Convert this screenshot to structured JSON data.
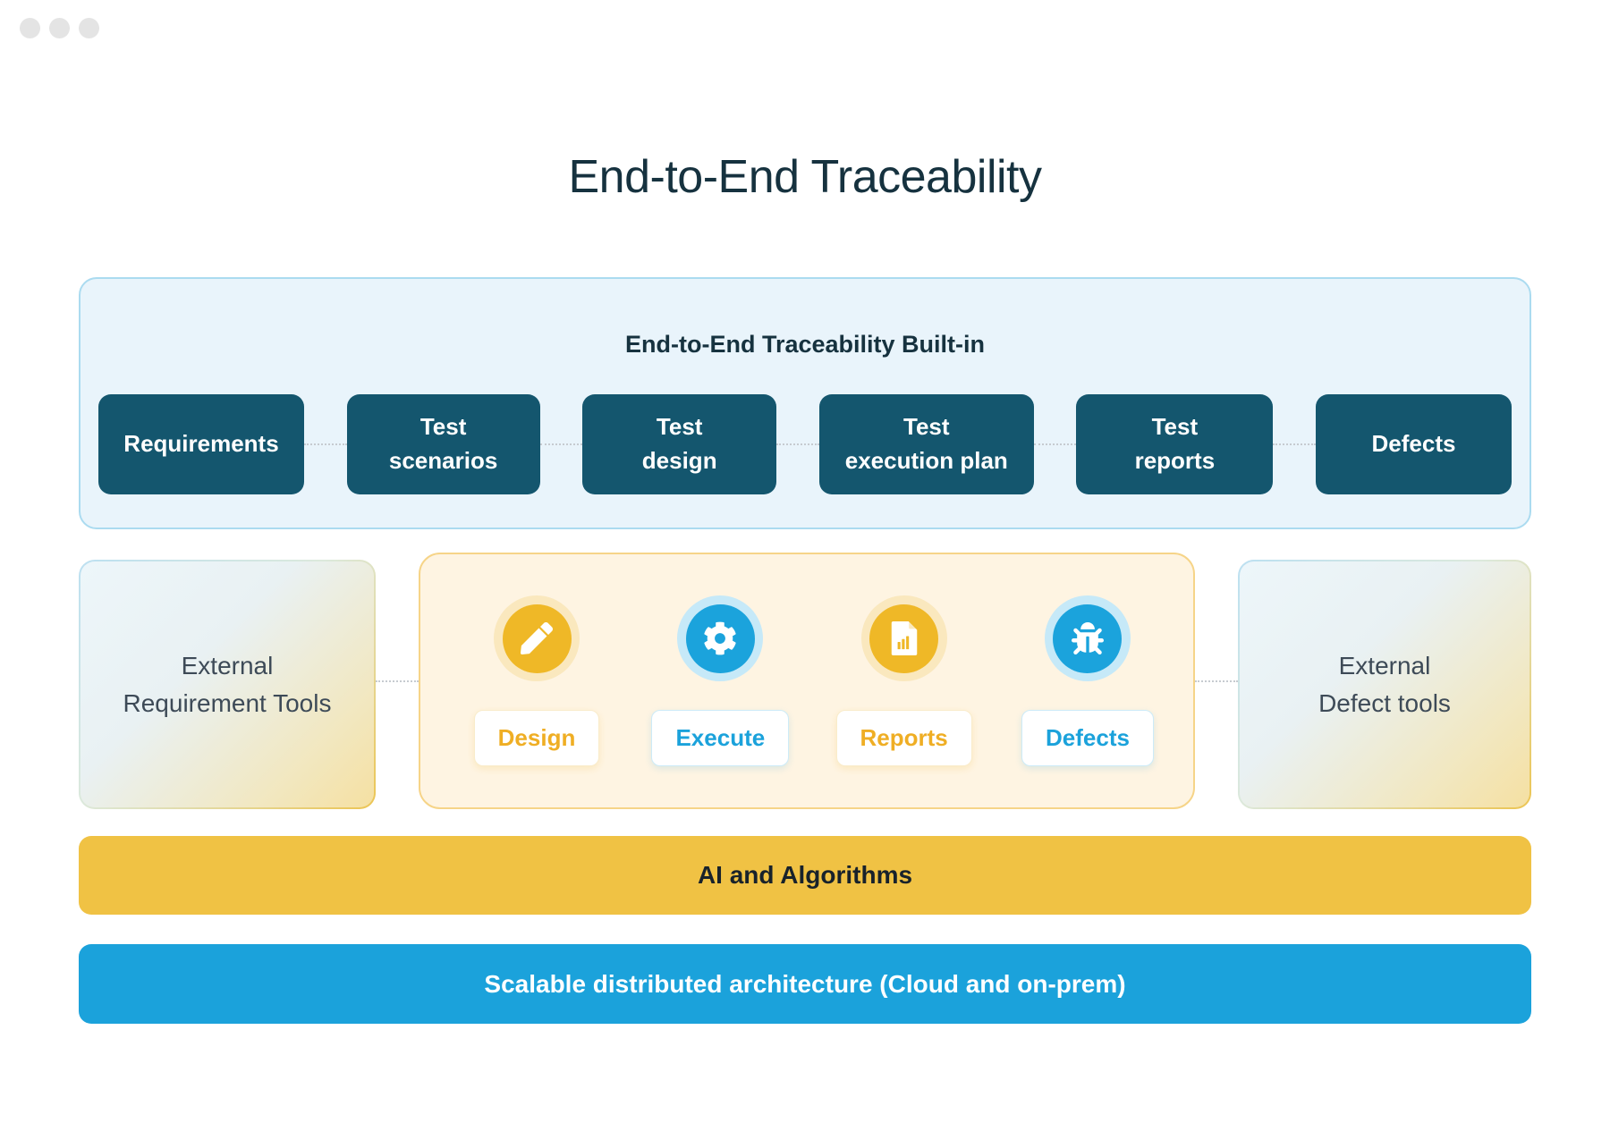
{
  "title": "End-to-End Traceability",
  "window": {
    "dots_count": 3
  },
  "traceability_panel": {
    "heading": "End-to-End Traceability Built-in",
    "stages": [
      {
        "label": "Requirements"
      },
      {
        "label": "Test\nscenarios"
      },
      {
        "label": "Test\ndesign"
      },
      {
        "label": "Test\nexecution plan"
      },
      {
        "label": "Test\nreports"
      },
      {
        "label": "Defects"
      }
    ]
  },
  "integration_row": {
    "left_box": "External\nRequirement Tools",
    "right_box": "External\nDefect tools",
    "modules": [
      {
        "label": "Design",
        "icon": "pencil-icon",
        "accent": "yellow"
      },
      {
        "label": "Execute",
        "icon": "gear-icon",
        "accent": "blue"
      },
      {
        "label": "Reports",
        "icon": "report-file-icon",
        "accent": "yellow"
      },
      {
        "label": "Defects",
        "icon": "bug-icon",
        "accent": "blue"
      }
    ]
  },
  "bars": {
    "ai": "AI and Algorithms",
    "architecture": "Scalable distributed architecture (Cloud and on-prem)"
  },
  "colors": {
    "ink": "#16323F",
    "dot": "#E4E4E4",
    "panel_blue_bg": "#E9F4FB",
    "panel_blue_border": "#ABDBF0",
    "stage_bg": "#14566E",
    "stage_text": "#FFFFFF",
    "cream_bg": "#FEF4E2",
    "cream_border": "#F6D488",
    "grad_blue": "#BCE0F1",
    "grad_gold": "#ECC553",
    "grad_bg_gold": "#F5E0A2",
    "ext_text": "#3D4A57",
    "yellow": "#EFB827",
    "yellow_halo": "#FAE8BE",
    "blue": "#1BA3DC",
    "blue_halo": "#C6E9F8",
    "chip_yellow": "#EFAE24",
    "chip_blue": "#1BA2DB",
    "bar_yellow": "#F0C244",
    "bar_yellow_text": "#18222B",
    "bar_blue": "#1BA2DB",
    "bar_blue_text": "#FFFFFF",
    "dotted": "#C6CBD0"
  }
}
